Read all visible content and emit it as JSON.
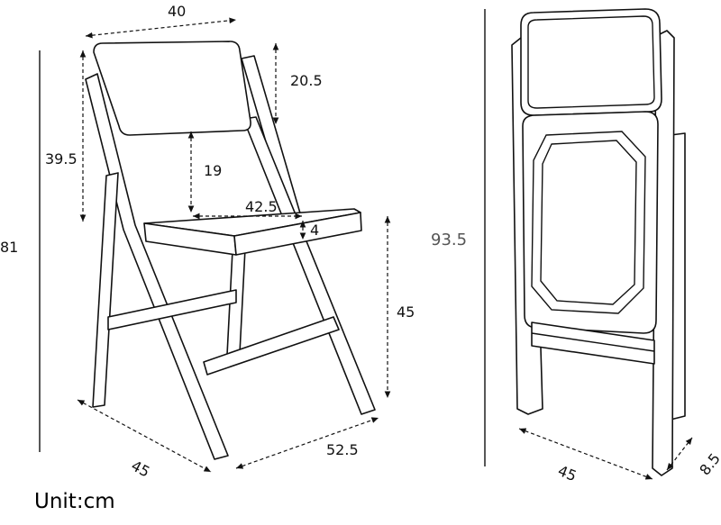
{
  "diagram": {
    "front_view": {
      "back_width": "40",
      "backrest_height": "20.5",
      "back_to_seat_height": "39.5",
      "back_bottom_to_seat": "19",
      "seat_depth": "42.5",
      "seat_thickness": "4",
      "seat_height": "45",
      "total_height": "81",
      "base_width": "45",
      "base_depth": "52.5"
    },
    "folded_view": {
      "folded_height": "93.5",
      "folded_width": "45",
      "folded_depth": "8.5"
    }
  },
  "unit_label": "Unit:cm"
}
